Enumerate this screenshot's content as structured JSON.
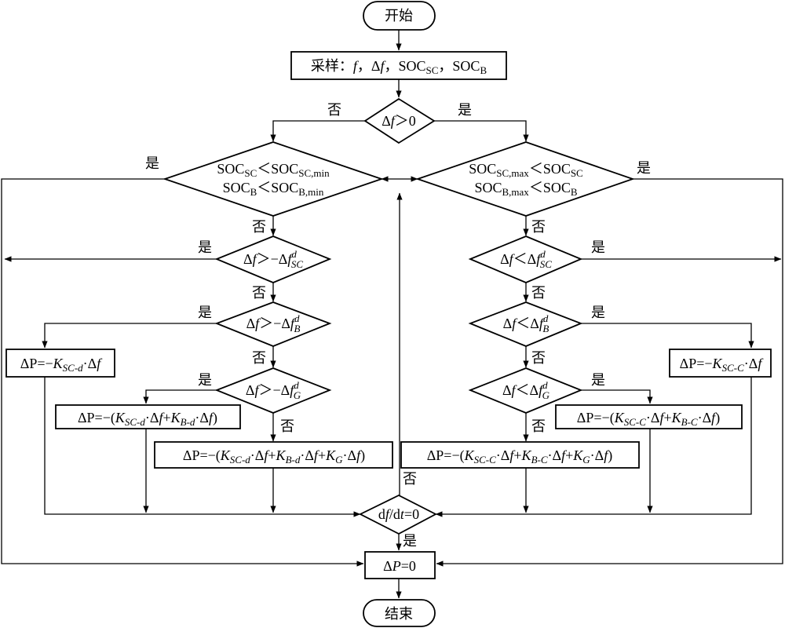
{
  "nodes": {
    "start": "开始",
    "end": "结束",
    "sample": {
      "prefix": "采样：",
      "f": "f",
      "sep": "，",
      "delta": "Δ",
      "soc": "SOC",
      "sc": "SC",
      "b": "B"
    },
    "decision_df": {
      "delta": "Δ",
      "f": "f",
      "rel": "＞0"
    },
    "left_limit": {
      "soc": "SOC",
      "sc": "SC",
      "sc_min": "SC,min",
      "b": "B",
      "b_min": "B,min",
      "lt": "＜"
    },
    "right_limit": {
      "soc": "SOC",
      "sc_max": "SC,max",
      "sc": "SC",
      "b_max": "B,max",
      "b": "B",
      "lt": "＜"
    },
    "thr_sym": {
      "delta": "Δ",
      "f": "f",
      "d": "d",
      "sc": "SC",
      "b": "B",
      "g": "G",
      "gt_neg": "＞−Δ",
      "lt_d": "＜Δ"
    },
    "dfdt": {
      "df": "d",
      "f": "f",
      "slash": "/d",
      "t": "t",
      "eq": "=0"
    },
    "zero": {
      "delta": "Δ",
      "p": "P",
      "eq": "=0"
    },
    "eq_sym": {
      "dp": "ΔP=−",
      "k": "K",
      "sc_d": "SC-d",
      "b_d": "B-d",
      "sc_c": "SC-C",
      "b_c": "B-C",
      "g": "G",
      "dot": "·Δ",
      "f": "f",
      "plus": "+",
      "open": "(",
      "close": ")"
    }
  },
  "labels": {
    "yes": "是",
    "no": "否"
  }
}
